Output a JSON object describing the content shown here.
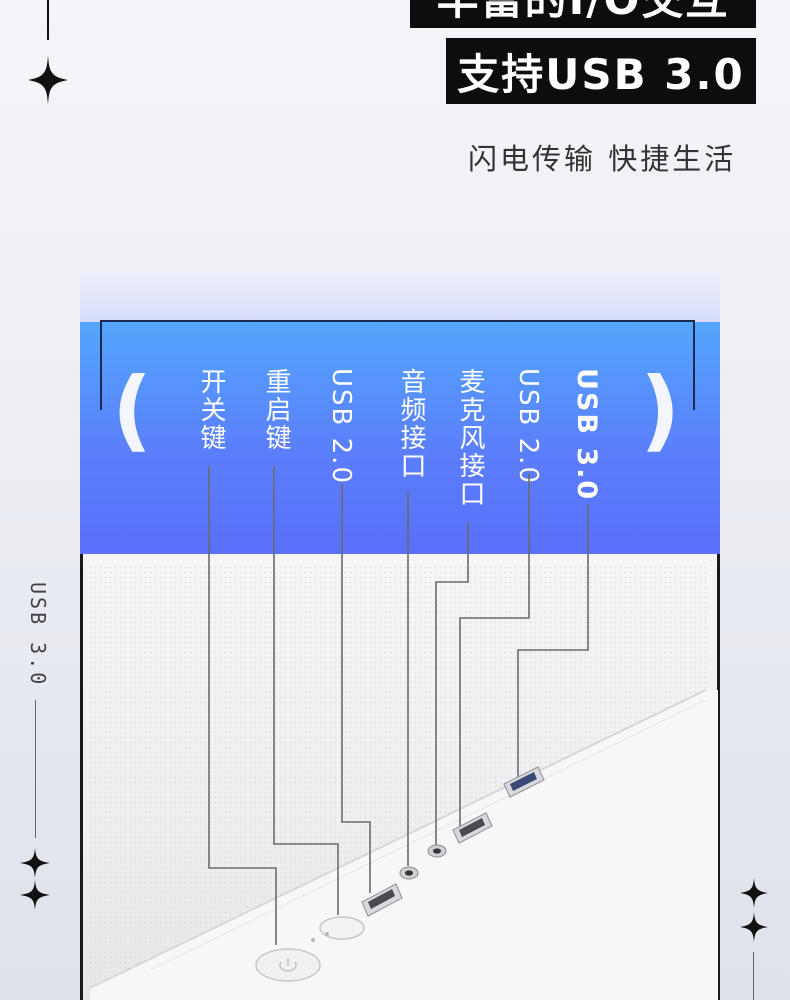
{
  "header": {
    "title_top": "丰富的I/O交互",
    "title_main": "支持USB 3.0",
    "slogan": "闪电传输  快捷生活"
  },
  "side_text": "USB 3.0",
  "panel": {
    "bracket_left": "(",
    "bracket_right": ")",
    "labels": [
      {
        "id": "power",
        "text": "开关键"
      },
      {
        "id": "reset",
        "text": "重启键"
      },
      {
        "id": "usb2a",
        "text": "USB 2.0"
      },
      {
        "id": "audio",
        "text": "音频接口"
      },
      {
        "id": "mic",
        "text": "麦克风接口"
      },
      {
        "id": "usb2b",
        "text": "USB 2.0"
      },
      {
        "id": "usb3",
        "text": "USB 3.0"
      }
    ]
  },
  "colors": {
    "panel_top": "#53a6fc",
    "panel_bottom": "#5a6ffa",
    "headline_bg": "#0d0d0f",
    "case": "#f0f0f2"
  },
  "icons": [
    "sparkle-icon",
    "double-sparkle-icon"
  ]
}
